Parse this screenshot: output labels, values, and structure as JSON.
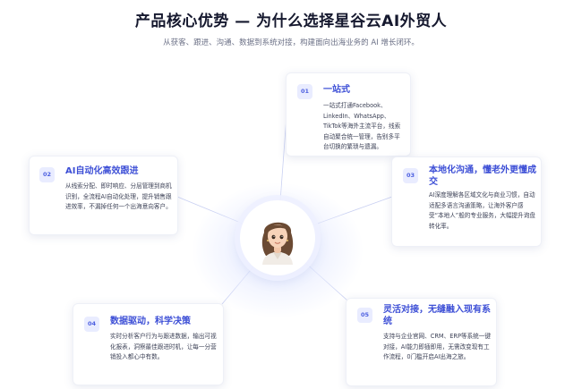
{
  "header": {
    "title": "产品核心优势 — 为什么选择星谷云AI外贸人",
    "subtitle": "从获客、跟进、沟通、数据到系统对接，构建面向出海业务的 AI 增长闭环。"
  },
  "hub": {
    "icon": "assistant-avatar-icon"
  },
  "features": [
    {
      "num": "01",
      "title": "一站式",
      "desc": "一站式打通Facebook、LinkedIn、WhatsApp、TikTok等海外主流平台，线索自动聚合统一管理，告别多平台切换的繁琐与遗漏。"
    },
    {
      "num": "02",
      "title": "AI自动化高效跟进",
      "desc": "从线索分配、即时响应、分层管理到商机识别，全流程AI自动化处理，提升销售跟进效率，不漏掉任何一个出海意向客户。"
    },
    {
      "num": "03",
      "title": "本地化沟通，懂老外更懂成交",
      "desc": "AI深度理解各区域文化与商业习惯，自动适配多语言沟通策略，让海外客户感受“本地人”般的专业服务，大幅提升询盘转化率。"
    },
    {
      "num": "04",
      "title": "数据驱动，科学决策",
      "desc": "实时分析客户行为与跟进数据，输出可视化报表，洞察最佳跟进时机，让每一分营销投入都心中有数。"
    },
    {
      "num": "05",
      "title": "灵活对接，无缝融入现有系统",
      "desc": "支持与企业官网、CRM、ERP等系统一键对接，AI能力即插即用，无需改变现有工作流程，0门槛开启AI出海之旅。"
    }
  ],
  "colors": {
    "accent": "#3d4fd6",
    "badge_bg": "#e9ecff",
    "line": "#c9d0f2"
  }
}
